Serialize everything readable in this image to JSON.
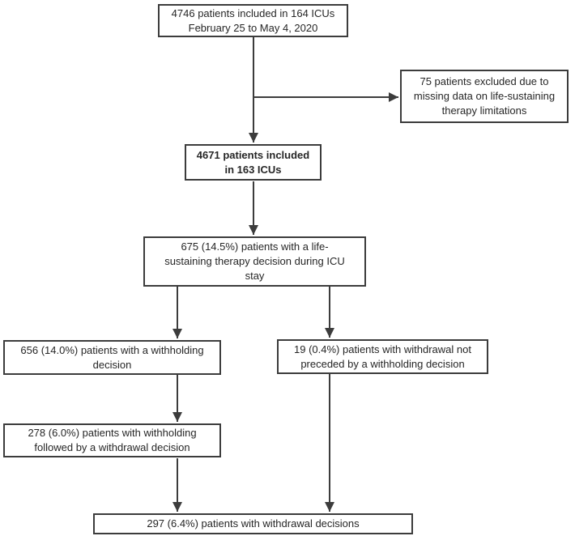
{
  "flowchart": {
    "colors": {
      "border": "#3c3c3c",
      "line": "#3c3c3c",
      "text": "#262626",
      "background": "#ffffff"
    },
    "boxes": {
      "total": {
        "lines": [
          "4746 patients included in 164 ICUs",
          "February 25 to May 4, 2020"
        ]
      },
      "excluded": {
        "lines": [
          "75 patients excluded due to",
          "missing data on life-sustaining",
          "therapy limitations"
        ]
      },
      "included": {
        "lines": [
          "4671 patients included",
          "in 163 ICUs"
        ],
        "emphasis": "bold"
      },
      "decision": {
        "lines": [
          "675 (14.5%) patients with a life-",
          "sustaining therapy decision during ICU",
          "stay"
        ]
      },
      "withholding": {
        "lines": [
          "656 (14.0%) patients with a withholding",
          "decision"
        ]
      },
      "withdrawal_not_preceded": {
        "lines": [
          "19 (0.4%) patients with withdrawal not",
          "preceded by a withholding decision"
        ]
      },
      "withholding_then_withdrawal": {
        "lines": [
          "278 (6.0%) patients with withholding",
          "followed by a withdrawal decision"
        ]
      },
      "withdrawal_total": {
        "lines": [
          "297 (6.4%) patients with withdrawal decisions"
        ]
      }
    }
  }
}
